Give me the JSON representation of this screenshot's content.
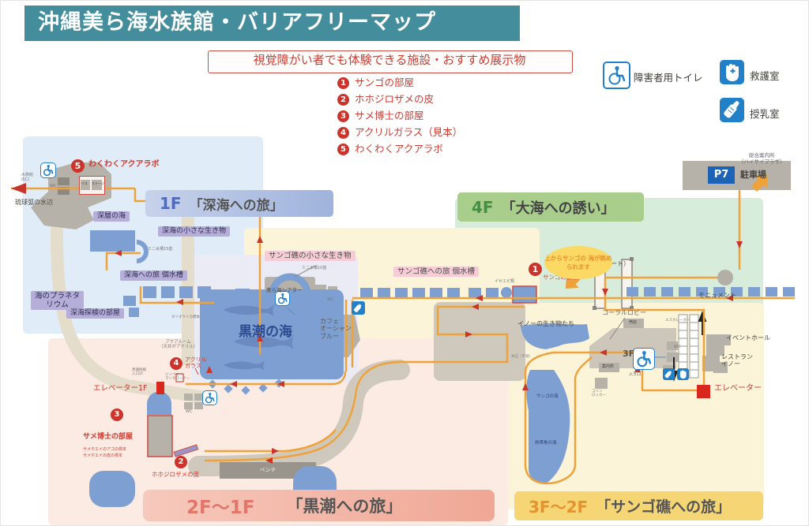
{
  "title": "沖縄美ら海水族館・バリアフリーマップ",
  "subtitle": "視覚障がい者でも体験できる施設・おすすめ展示物",
  "highlights": [
    {
      "num": "1",
      "label": "サンゴの部屋"
    },
    {
      "num": "2",
      "label": "ホホジロザメの皮"
    },
    {
      "num": "3",
      "label": "サメ博士の部屋"
    },
    {
      "num": "4",
      "label": "アクリルガラス（見本）"
    },
    {
      "num": "5",
      "label": "わくわくアクアラボ"
    }
  ],
  "marker_labels": {
    "m1": "サンゴの部屋",
    "m2": "ホホジロザメの皮",
    "m3": "サメ博士の部屋",
    "m4": "アクリル\nガラス",
    "m5": "わくわくアクアラボ"
  },
  "legend": {
    "toilet": "障害者用トイレ",
    "first_aid": "救護室",
    "nursing": "授乳室"
  },
  "floors": {
    "f1": {
      "floor": "1F",
      "name": "「深海への旅」"
    },
    "f4": {
      "floor": "4F",
      "name": "「大海への誘い」"
    },
    "f21": {
      "floor": "2F〜1F",
      "name": "「黒潮への旅」"
    },
    "f32": {
      "floor": "3F〜2F",
      "name": "「サンゴ礁への旅」"
    }
  },
  "map_labels": {
    "ryukyu": "琉球弧の水辺",
    "exit": "水族館\n出口",
    "isu": "イス",
    "stage": "ステージ",
    "shinso": "深層の海",
    "shinkai_small": "深海の小さな生き物",
    "mini15": "ミニ水槽15基",
    "planetarium": "海のプラネタ\nリウム",
    "shinkai_row": "深海への旅 個水槽",
    "shinkai_room": "深海探検の部屋",
    "ika": "ダイオウイカ標本",
    "sango_small": "サンゴ礁の小さな生き物",
    "mini10": "ミニ水槽10基",
    "theater": "美ら海シアター",
    "sango_row": "サンゴ礁への旅 個水槽",
    "iseebi": "イセエビ類",
    "kuroshio": "黒潮の海",
    "cafe": "カフェ\nオーシャン\nブルー",
    "aquaroom": "アクアルーム\n（天井がアクリル）",
    "elevator_1f": "エレベーター1F",
    "kuroshio_tanken": "黒潮探検\n入口2F",
    "jinbei": "ジンベエ・\nマンタコーナー",
    "wc": "WC",
    "bench": "ベンチ",
    "p7": "P7",
    "parking": "駐車場",
    "info_center": "総合案内所\n（ハイサイプラザ）",
    "uminchu_gate": "海人門\n（ウミンチュゲート）",
    "monument": "モニュメント",
    "lookdown": "上からサンゴの\n海が眺められます",
    "coral_lobby": "コーラルロビー",
    "ino": "イノーの生き物たち",
    "escalator": "エスカレーター",
    "event_hall": "イベントホール",
    "restaurant": "レストラン\nイノー",
    "f3": "3F",
    "annaijo": "案内所",
    "baiten": "売店",
    "coin_locker": "コイン\nロッカー",
    "entrance": "入り口",
    "elevator": "エレベーター",
    "sango_umi": "サンゴの海",
    "nettaigyo": "熱帯魚の海",
    "mizube": "水辺（干潟）",
    "specimens": "サメやエイのアゴの標本\nサメやエイの皮の標本"
  },
  "colors": {
    "title_teal": "#438d9c",
    "accent_red": "#cc342b",
    "route_orange": "#f0a23a",
    "legend_blue": "#2280c8"
  }
}
